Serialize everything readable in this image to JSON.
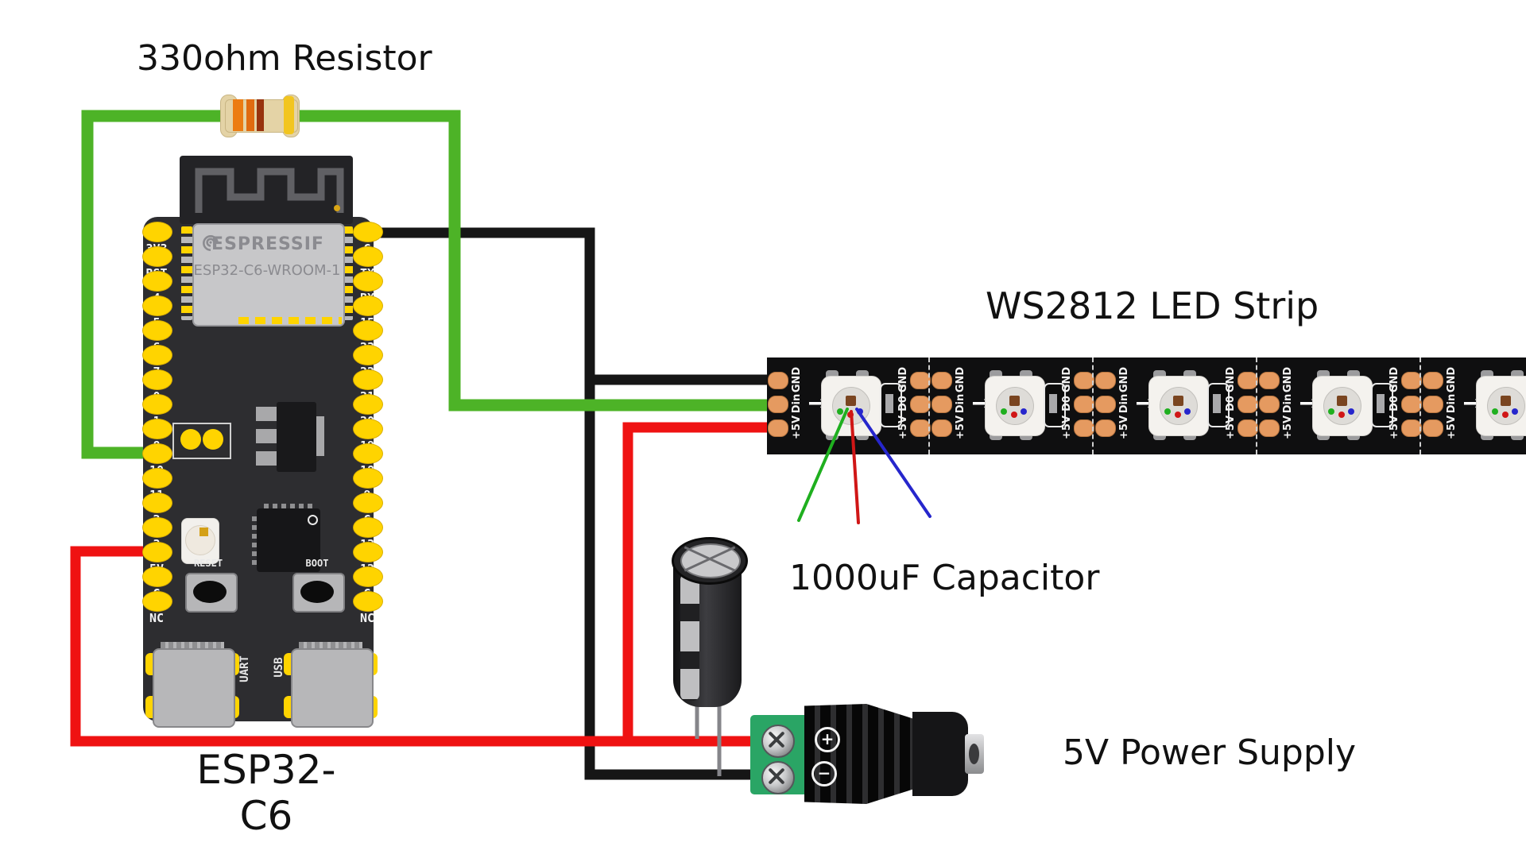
{
  "titles": {
    "resistor": "330ohm Resistor",
    "led_strip": "WS2812 LED Strip",
    "capacitor": "1000uF Capacitor",
    "power_supply": "5V Power Supply",
    "board": "ESP32-C6"
  },
  "board": {
    "brand": "ESPRESSIF",
    "module": "ESP32-C6-WROOM-1",
    "left_pins": [
      "3V3",
      "RST",
      "4",
      "5",
      "6",
      "7",
      "0",
      "1",
      "8",
      "10",
      "11",
      "2",
      "3",
      "5V",
      "G",
      "NC"
    ],
    "right_pins": [
      "G",
      "TX",
      "RX",
      "15",
      "23",
      "22",
      "21",
      "20",
      "19",
      "18",
      "9",
      "G",
      "13",
      "12",
      "G",
      "NC"
    ],
    "reset_label": "RESET",
    "boot_label": "BOOT",
    "uart_label": "UART",
    "usb_label": "USB"
  },
  "led_strip": {
    "segment_count": 5,
    "input_pad_labels": [
      "GND",
      "Din",
      "+5V"
    ],
    "output_pad_labels": [
      "GND",
      "D0",
      "+5V"
    ],
    "data_arrow": "→"
  },
  "power_supply": {
    "plus": "+",
    "minus": "−"
  },
  "resistor_bands": [
    "#ec7c12",
    "#e06b10",
    "#98330e",
    "#f2c51f"
  ],
  "colors": {
    "wire_green": "#4db327",
    "wire_red": "#ef1212",
    "wire_black": "#161616",
    "pin_yellow": "#ffd400",
    "pad_copper": "#e59a60",
    "terminal_green": "#2aa565",
    "beam_green": "#1faf1f",
    "beam_red": "#d01616",
    "beam_blue": "#2626cc",
    "capacitor_lead_gray": "#85858a"
  },
  "connections": [
    {
      "wire": "green",
      "from": "ESP32-C6 pin 10",
      "via": "330ohm resistor",
      "to": "LED strip Din"
    },
    {
      "wire": "black",
      "from": "ESP32-C6 pin G (top right)",
      "to": "LED strip GND and power supply minus terminal"
    },
    {
      "wire": "red",
      "from": "ESP32-C6 pin 5V",
      "to": "LED strip +5V and power supply plus terminal"
    }
  ]
}
